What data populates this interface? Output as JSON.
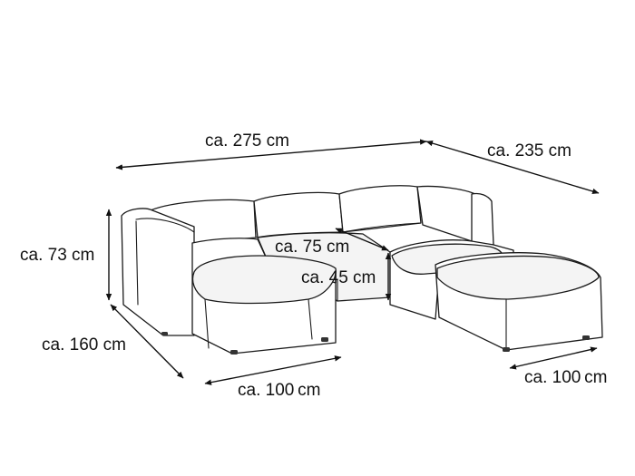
{
  "figure": {
    "dimensions": {
      "overall_width": "ca. 275 cm",
      "overall_depth": "ca. 235 cm",
      "height": "ca. 73 cm",
      "side_depth": "ca. 160 cm",
      "left_module_width": "ca. 100 cm",
      "right_ottoman_width": "ca. 100 cm",
      "seat_depth": "ca. 75 cm",
      "seat_height": "ca. 45 cm"
    }
  }
}
